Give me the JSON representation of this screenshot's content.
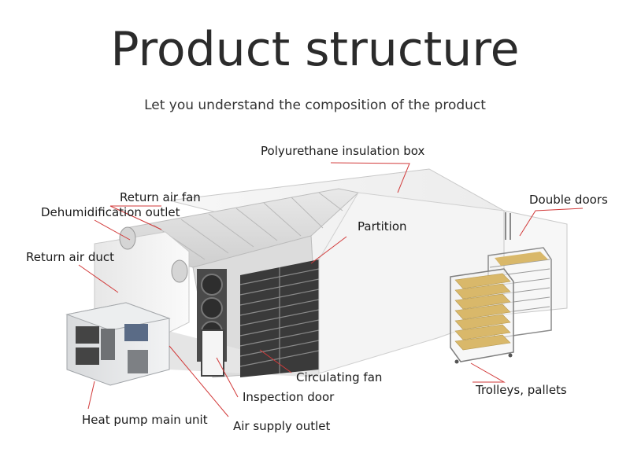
{
  "header": {
    "title": "Product structure",
    "subtitle": "Let you understand the composition of the product"
  },
  "labels": {
    "polyurethane_box": "Polyurethane insulation box",
    "return_air_fan": "Return air fan",
    "dehumidification_outlet": "Dehumidification outlet",
    "double_doors": "Double doors",
    "partition": "Partition",
    "return_air_duct": "Return air duct",
    "circulating_fan": "Circulating fan",
    "inspection_door": "Inspection door",
    "trolleys_pallets": "Trolleys, pallets",
    "heat_pump_main_unit": "Heat pump main unit",
    "air_supply_outlet": "Air supply outlet"
  },
  "colors": {
    "leader_line": "#d23a3a",
    "box_white": "#f3f3f3",
    "rack_dark": "#3a3a3a",
    "tray_yellow": "#d9b86a"
  }
}
